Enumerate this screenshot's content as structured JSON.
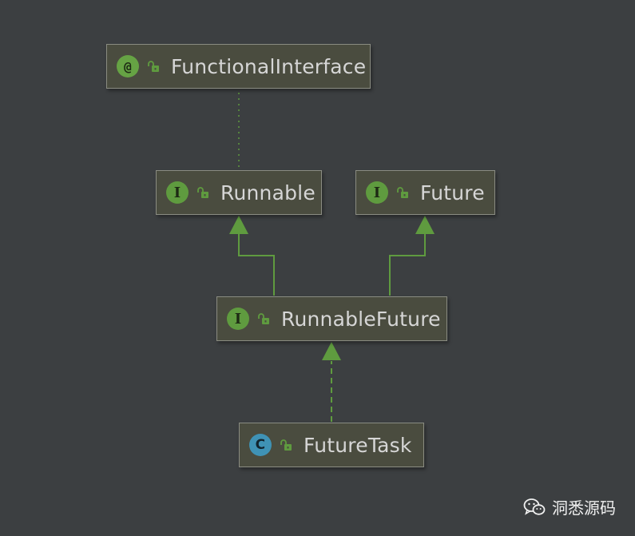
{
  "nodes": [
    {
      "id": "functional-interface",
      "kind": "annotation",
      "badge": "@",
      "label": "FunctionalInterface"
    },
    {
      "id": "runnable",
      "kind": "interface",
      "badge": "I",
      "label": "Runnable"
    },
    {
      "id": "future",
      "kind": "interface",
      "badge": "I",
      "label": "Future"
    },
    {
      "id": "runnable-future",
      "kind": "interface",
      "badge": "I",
      "label": "RunnableFuture"
    },
    {
      "id": "future-task",
      "kind": "class",
      "badge": "C",
      "label": "FutureTask"
    }
  ],
  "edges": [
    {
      "from": "runnable",
      "to": "functional-interface",
      "type": "annotated-by",
      "style": "dotted"
    },
    {
      "from": "runnable-future",
      "to": "runnable",
      "type": "extends",
      "style": "solid"
    },
    {
      "from": "runnable-future",
      "to": "future",
      "type": "extends",
      "style": "solid"
    },
    {
      "from": "future-task",
      "to": "runnable-future",
      "type": "implements",
      "style": "dashed"
    }
  ],
  "colors": {
    "background": "#3c3f41",
    "node_fill": "#4a4c3f",
    "node_border": "#8a8c82",
    "edge": "#5f9b3f",
    "annotation_badge": "#66a344",
    "interface_badge": "#5f9b3f",
    "class_badge": "#3f92b5"
  },
  "icons": {
    "visibility": "unlock-icon",
    "watermark": "wechat-icon"
  },
  "watermark": {
    "text": "洞悉源码"
  }
}
